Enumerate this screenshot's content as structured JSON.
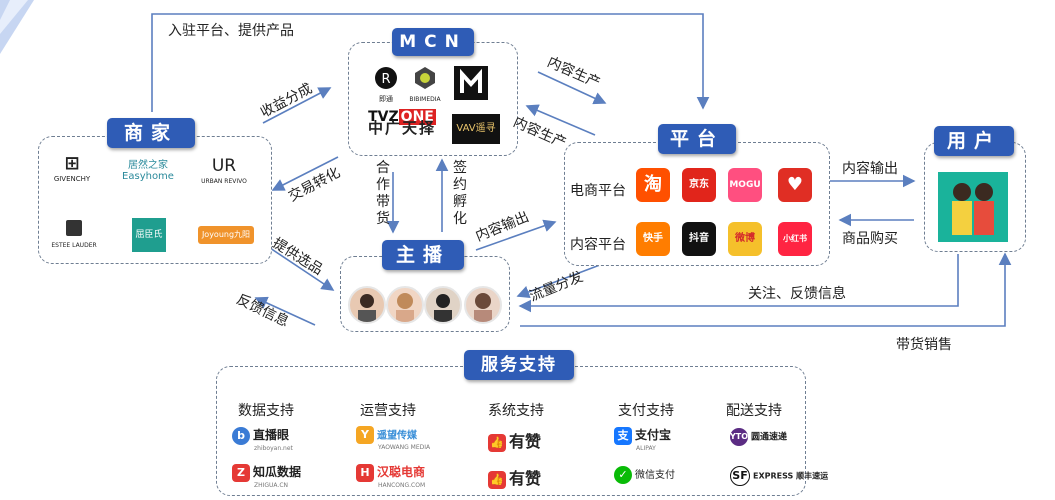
{
  "nodes": {
    "mcn": {
      "title": "MCN",
      "logos": [
        "即通",
        "BIBIMEDIA",
        "TVZONE 中广天择",
        "VAV 遥寻"
      ]
    },
    "merchant": {
      "title": "商家",
      "logos": [
        "GIVENCHY",
        "居然之家 Easyhome",
        "URBAN REVIVO",
        "ESTEE LAUDER",
        "屈臣氏",
        "Joyoung九阳"
      ]
    },
    "platform": {
      "title": "平台",
      "rows": [
        "电商平台",
        "内容平台"
      ],
      "ecommerce": [
        "淘",
        "京东",
        "MOGU",
        "♥"
      ],
      "content": [
        "快手",
        "抖音",
        "微博",
        "小红书"
      ]
    },
    "user": {
      "title": "用户"
    },
    "anchor": {
      "title": "主播"
    },
    "service": {
      "title": "服务支持",
      "columns": [
        {
          "label": "数据支持",
          "logos": [
            "直播眼",
            "知瓜数据"
          ],
          "logo_subs": [
            "zhiboyan.net",
            "ZHIGUA.CN"
          ]
        },
        {
          "label": "运营支持",
          "logos": [
            "遥望传媒",
            "汉聪电商"
          ],
          "logo_subs": [
            "YAOWANG MEDIA",
            "HANCONG.COM"
          ]
        },
        {
          "label": "系统支持",
          "logos": [
            "有赞",
            "有赞"
          ],
          "logo_subs": [
            "",
            ""
          ]
        },
        {
          "label": "支付支持",
          "logos": [
            "支付宝",
            "微信支付"
          ],
          "logo_subs": [
            "ALIPAY",
            ""
          ]
        },
        {
          "label": "配送支持",
          "logos": [
            "圆通速递",
            "EXPRESS 顺丰速运"
          ],
          "logo_subs": [
            "",
            ""
          ]
        }
      ]
    }
  },
  "edges": {
    "top": "入驻平台、提供产品",
    "revenue_share": "收益分成",
    "trade": "交易转化",
    "mcn_to_platform": "内容生产",
    "platform_to_mcn": "内容生产",
    "coop": "合作带货",
    "sign": "签约孵化",
    "content_out_anchor": "内容输出",
    "select": "提供选品",
    "feedback": "反馈信息",
    "traffic": "流量分发",
    "platform_user": "内容输出",
    "purchase": "商品购买",
    "follow": "关注、反馈信息",
    "sales": "带货销售"
  }
}
